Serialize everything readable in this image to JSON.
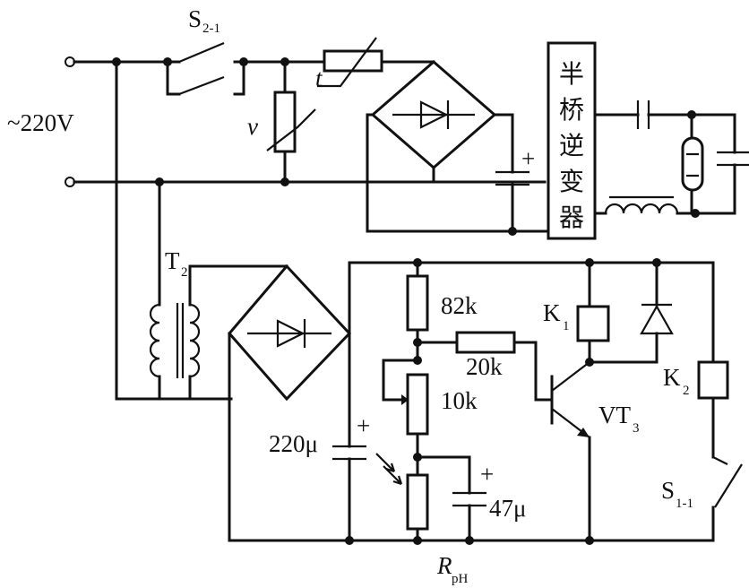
{
  "labels": {
    "voltage": "~220V",
    "s2": "S",
    "s2_sub": "2-1",
    "t_temp": "t",
    "v_var": "v",
    "t2": "T",
    "t2_sub": "2",
    "r82": "82k",
    "r20": "20k",
    "r10": "10k",
    "k1": "K",
    "k1_sub": "1",
    "k2": "K",
    "k2_sub": "2",
    "vt3": "VT",
    "vt3_sub": "3",
    "c220": "220μ",
    "c47": "47μ",
    "s1": "S",
    "s1_sub": "1-1",
    "rph": "R",
    "rph_sub": "pH",
    "plus": "+",
    "inverter": [
      "半",
      "桥",
      "逆",
      "变",
      "器"
    ]
  }
}
